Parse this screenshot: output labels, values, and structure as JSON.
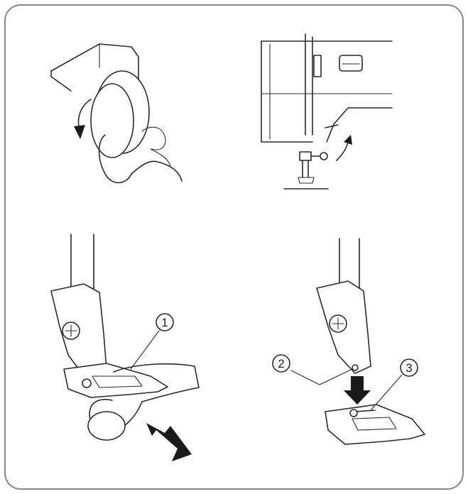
{
  "callouts": [
    {
      "id": "callout-1",
      "label": "1"
    },
    {
      "id": "callout-2",
      "label": "2"
    },
    {
      "id": "callout-3",
      "label": "3"
    }
  ],
  "icons": {
    "handwheel": "handwheel-turn-icon",
    "lever": "presser-lever-icon",
    "arrow": "arrow-icon"
  },
  "colors": {
    "stroke": "#2a2a2a",
    "frame": "#888888",
    "background": "#ffffff"
  }
}
